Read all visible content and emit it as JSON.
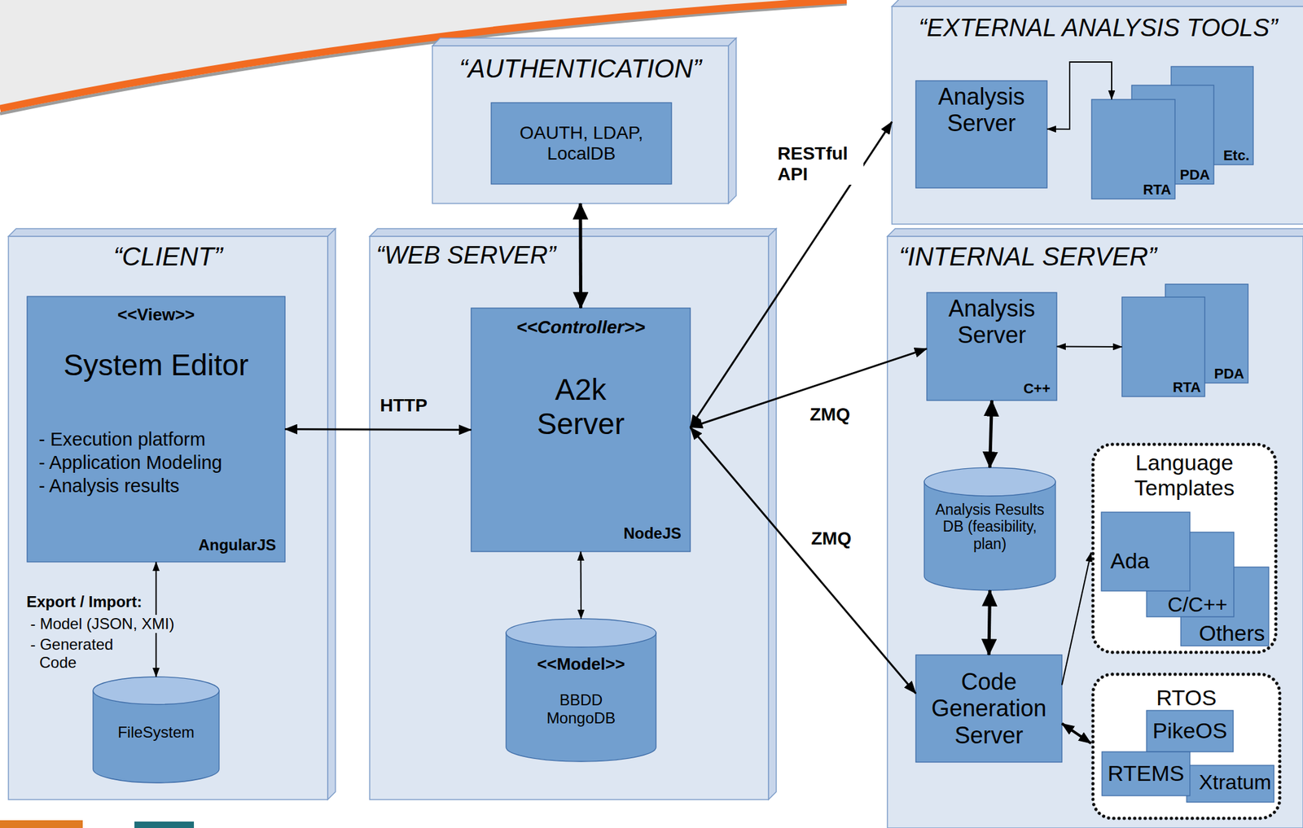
{
  "diagram": {
    "nodes": [
      {
        "text": [
          "“AUTHENTICATION”"
        ]
      },
      {
        "text": [
          "OAUTH, LDAP, LocalDB"
        ],
        "in": 0
      },
      {
        "text": [
          "“EXTERNAL ANALYSIS TOOLS”"
        ]
      },
      {
        "text": [
          "Analysis Server"
        ],
        "in": 2
      },
      {
        "text": [
          "RTA"
        ],
        "in": 2
      },
      {
        "text": [
          "PDA"
        ],
        "in": 2
      },
      {
        "text": [
          "Etc."
        ],
        "in": 2
      },
      {
        "text": [
          "“CLIENT”"
        ]
      },
      {
        "text": [
          "<<View>>",
          "System Editor",
          "- Execution platform",
          "- Application Modeling",
          "- Analysis results",
          "AngularJS"
        ],
        "in": 7
      },
      {
        "text": [
          "FileSystem"
        ],
        "in": 7
      },
      {
        "text": [
          "“WEB SERVER”"
        ]
      },
      {
        "text": [
          "<<Controller>>",
          "A2k Server",
          "NodeJS"
        ],
        "in": 10
      },
      {
        "text": [
          "<<Model>>",
          "BBDD MongoDB"
        ],
        "in": 10
      },
      {
        "text": [
          "“INTERNAL SERVER”"
        ]
      },
      {
        "text": [
          "Analysis Server",
          "C++"
        ],
        "in": 13
      },
      {
        "text": [
          "RTA"
        ],
        "in": 13
      },
      {
        "text": [
          "PDA"
        ],
        "in": 13
      },
      {
        "text": [
          "Analysis Results DB (feasibility, plan)"
        ],
        "in": 13
      },
      {
        "text": [
          "Language Templates"
        ],
        "in": 13
      },
      {
        "text": [
          "Ada"
        ],
        "in": 18
      },
      {
        "text": [
          "C/C++"
        ],
        "in": 18
      },
      {
        "text": [
          "Others"
        ],
        "in": 18
      },
      {
        "text": [
          "Code Generation Server"
        ],
        "in": 13
      },
      {
        "text": [
          "RTOS"
        ],
        "in": 13
      },
      {
        "text": [
          "PikeOS"
        ],
        "in": 23
      },
      {
        "text": [
          "RTEMS"
        ],
        "in": 23
      },
      {
        "text": [
          "Xtratum"
        ],
        "in": 23
      }
    ],
    "edges": [
      {
        "from": 0,
        "to": 11,
        "arrow": "both"
      },
      {
        "from": 8,
        "to": 11,
        "label": "HTTP",
        "arrow": "both"
      },
      {
        "from": 8,
        "to": 9,
        "arrow": "both"
      },
      {
        "from": 11,
        "to": 12,
        "arrow": "both"
      },
      {
        "from": 11,
        "to": 2,
        "label": "RESTful API",
        "arrow": "both"
      },
      {
        "from": 11,
        "to": 14,
        "label": "ZMQ",
        "arrow": "both"
      },
      {
        "from": 11,
        "to": 22,
        "label": "ZMQ",
        "arrow": "both"
      },
      {
        "from": 3,
        "to": 4,
        "arrow": "both"
      },
      {
        "from": 14,
        "to": 15,
        "arrow": "both"
      },
      {
        "from": 14,
        "to": 17,
        "arrow": "both"
      },
      {
        "from": 17,
        "to": 22,
        "arrow": "both"
      },
      {
        "from": 22,
        "to": 18,
        "arrow": "to"
      },
      {
        "from": 22,
        "to": 23,
        "arrow": "both"
      }
    ],
    "labels": [
      "Export / Import:",
      "- Model (JSON, XMI)",
      "- Generated Code"
    ]
  }
}
